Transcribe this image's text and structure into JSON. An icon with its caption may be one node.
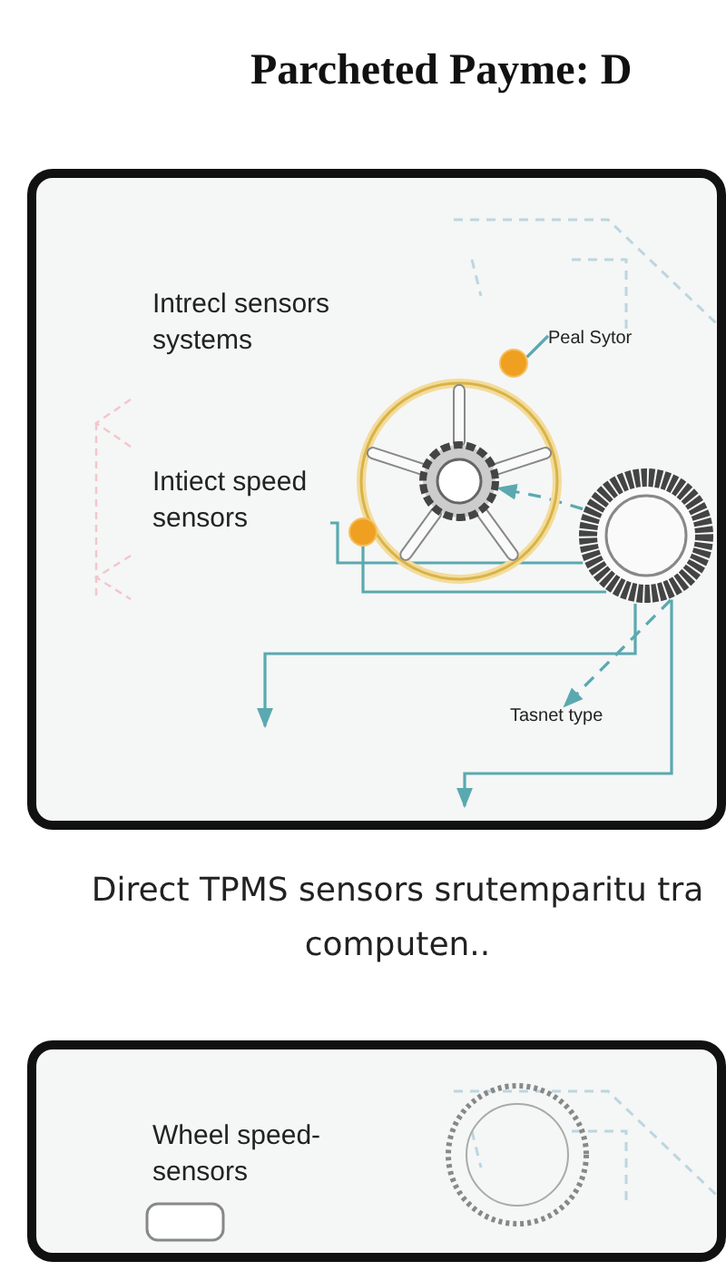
{
  "diagram": {
    "title": "Parcheted Payme: D",
    "caption": "Direct TPMS sensors srutemparitu tra computen..",
    "nodes": [
      {
        "text": [],
        "shape": "box"
      },
      {
        "text": [
          "Intiect speed sensors"
        ],
        "in": 0
      },
      {
        "text": [
          "Peal Sytor"
        ],
        "in": 0
      },
      {
        "text": [],
        "shape": "picture",
        "in": 0
      },
      {
        "text": [],
        "shape": "circle",
        "in": 3
      },
      {
        "text": [],
        "shape": "circle",
        "in": 0
      },
      {
        "text": [],
        "shape": "circle",
        "in": 0
      },
      {
        "text": [],
        "shape": "picture",
        "in": 0
      },
      {
        "text": [
          "Tasnet type"
        ],
        "in": 0
      },
      {
        "text": [],
        "shape": "box"
      },
      {
        "text": [],
        "shape": "box",
        "in": 9
      },
      {
        "text": [],
        "shape": "picture",
        "in": 9
      }
    ],
    "edges": [
      {
        "from": 2,
        "to": 5,
        "arrow": "none"
      },
      {
        "from": 7,
        "to": 4,
        "arrow": "to",
        "style": "dashed"
      },
      {
        "from": 7,
        "to": 8,
        "arrow": "to",
        "style": "dashed"
      },
      {
        "from": 1,
        "to": 7,
        "arrow": "none"
      },
      {
        "from": 6,
        "to": 7,
        "arrow": "none"
      },
      {
        "from": 7,
        "to": null,
        "arrow": "to"
      },
      {
        "from": 7,
        "to": null,
        "arrow": "to"
      }
    ],
    "labels": [
      "Intrecl sensors systems",
      "Wheel speed- sensors"
    ]
  }
}
